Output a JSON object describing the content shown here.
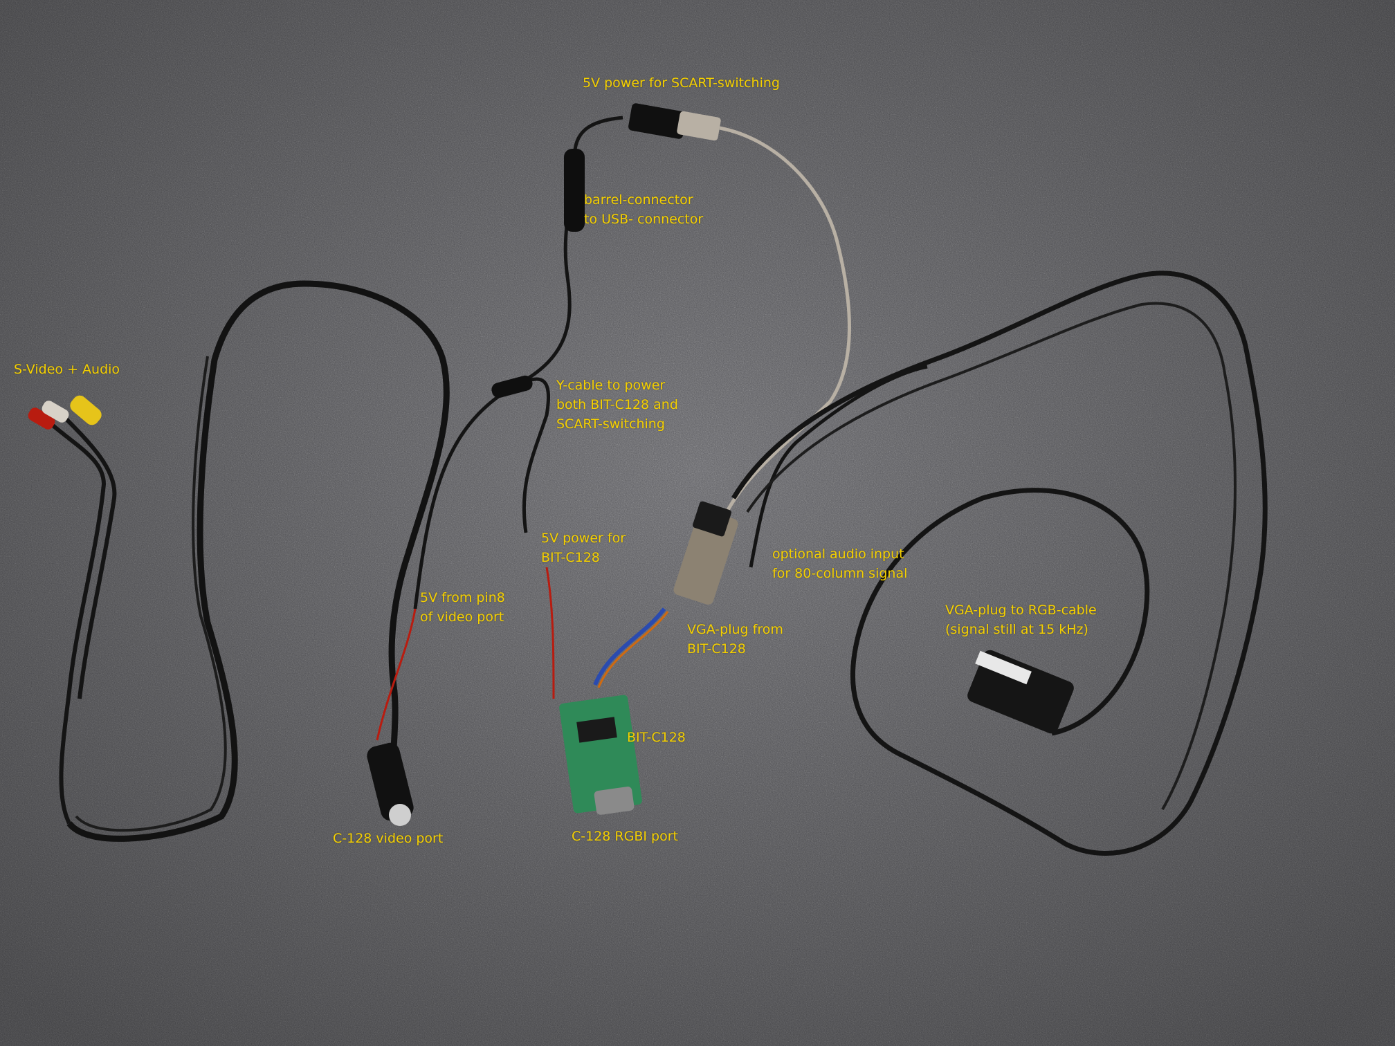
{
  "colors": {
    "label": "#f5d000",
    "carpet": "#5c5c60",
    "cable": "#141414",
    "usb_cable": "#b8b0a4",
    "pcb": "#2f8a58",
    "red_wire": "#b81c10",
    "vga_plug": "#8c8272"
  },
  "labels": {
    "power_scart": [
      "5V power for SCART-switching"
    ],
    "barrel": [
      "barrel-connector",
      "to USB- connector"
    ],
    "svideo": [
      "S-Video + Audio"
    ],
    "ycable": [
      "Y-cable to power",
      "both BIT-C128 and",
      "SCART-switching"
    ],
    "power_bit": [
      "5V power for",
      "BIT-C128"
    ],
    "optional_audio": [
      "optional audio input",
      "for 80-column signal"
    ],
    "pin8": [
      "5V from pin8",
      "of video port"
    ],
    "vga_plug_to_rgb": [
      "VGA-plug to RGB-cable",
      "(signal still at 15 kHz)"
    ],
    "vga_plug_from": [
      "VGA-plug from",
      "BIT-C128"
    ],
    "bitc128": [
      "BIT-C128"
    ],
    "video_port": [
      "C-128 video port"
    ],
    "rgbi_port": [
      "C-128 RGBI port"
    ]
  }
}
